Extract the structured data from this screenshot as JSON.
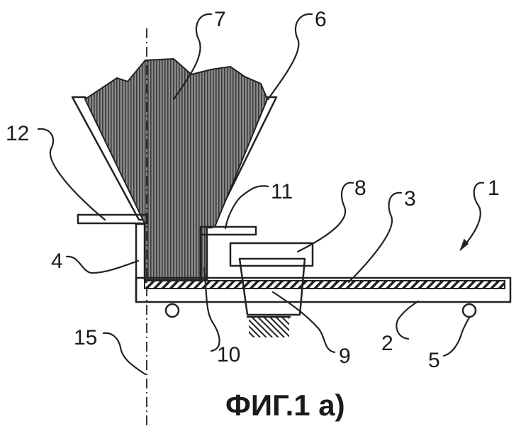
{
  "figure": {
    "caption": "ФИГ.1 а)",
    "labels": {
      "l1": "1",
      "l2": "2",
      "l3": "3",
      "l4": "4",
      "l5": "5",
      "l6": "6",
      "l7": "7",
      "l8": "8",
      "l9": "9",
      "l10": "10",
      "l11": "11",
      "l12": "12",
      "l15": "15"
    }
  }
}
